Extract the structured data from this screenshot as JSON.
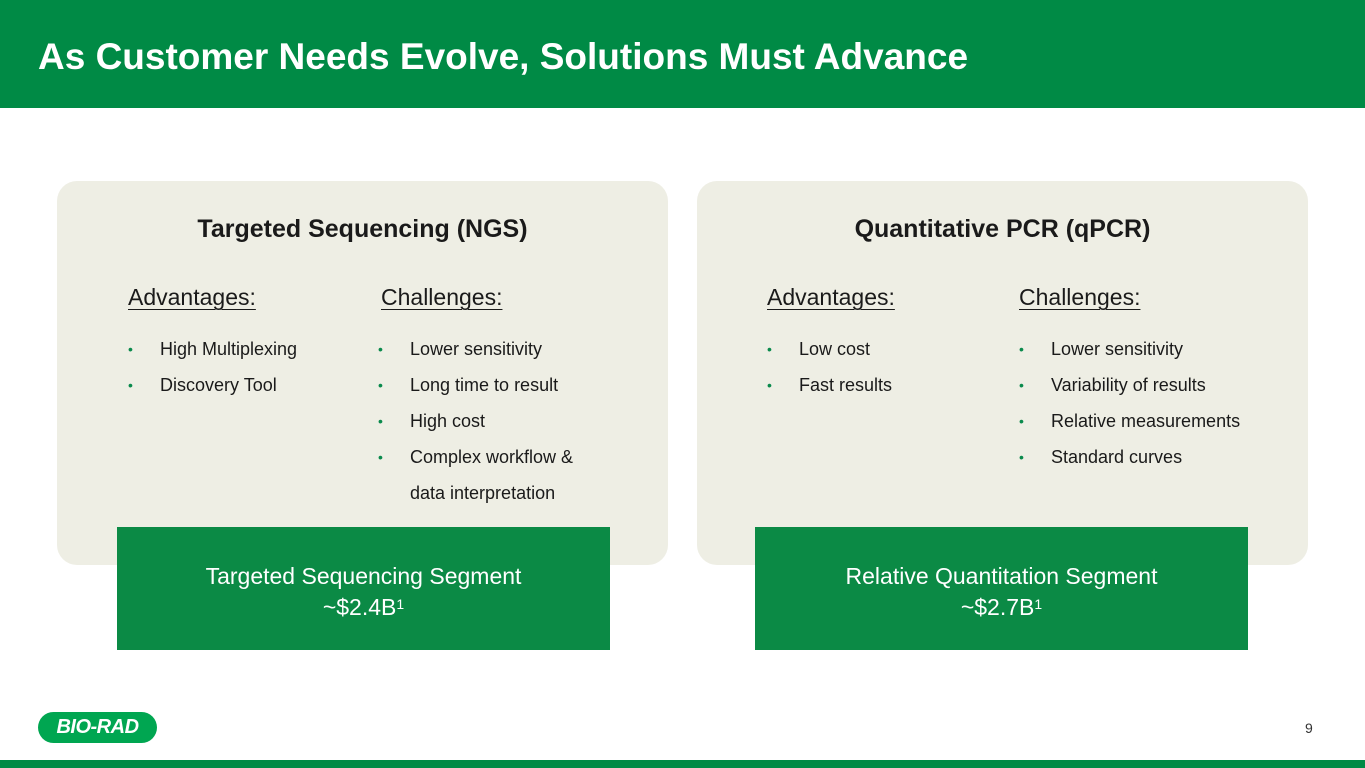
{
  "title": "As Customer Needs Evolve, Solutions Must Advance",
  "cards": [
    {
      "title": "Targeted Sequencing (NGS)",
      "advantages_label": "Advantages:",
      "advantages": [
        "High Multiplexing",
        "Discovery Tool"
      ],
      "challenges_label": "Challenges:",
      "challenges": [
        "Lower sensitivity",
        "Long time to result",
        "High cost",
        "Complex workflow &",
        "data interpretation"
      ],
      "segment_name": "Targeted Sequencing Segment",
      "segment_value": "~$2.4B",
      "segment_footnote": "1"
    },
    {
      "title": "Quantitative PCR (qPCR)",
      "advantages_label": "Advantages:",
      "advantages": [
        "Low cost",
        "Fast results"
      ],
      "challenges_label": "Challenges:",
      "challenges": [
        "Lower sensitivity",
        "Variability of results",
        "Relative measurements",
        "Standard curves"
      ],
      "segment_name": "Relative Quantitation Segment",
      "segment_value": "~$2.7B",
      "segment_footnote": "1"
    }
  ],
  "logo": "BIO-RAD",
  "page_number": "9",
  "bullet": "•"
}
